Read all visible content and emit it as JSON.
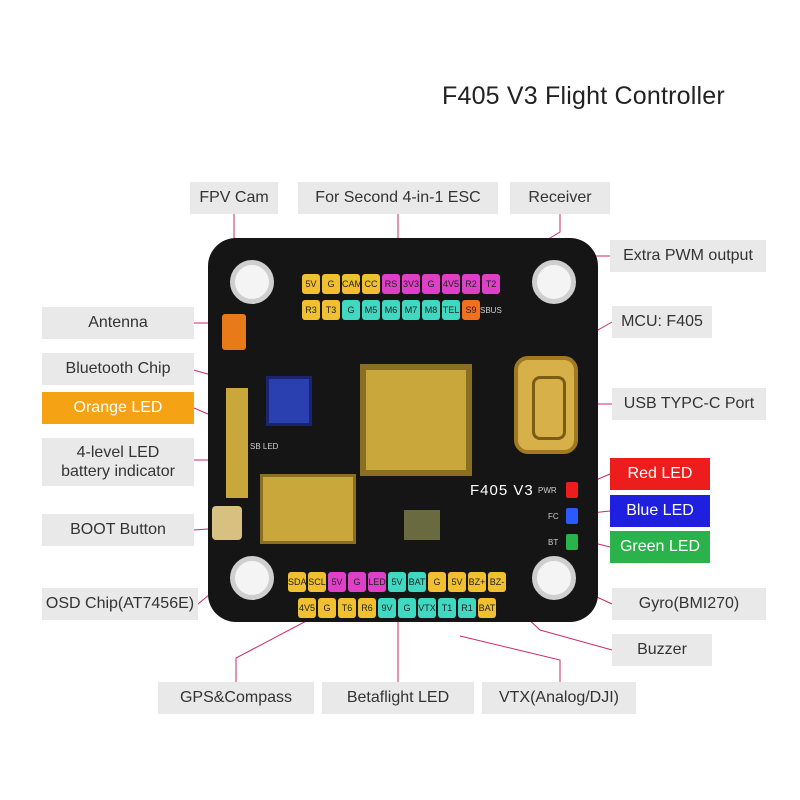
{
  "title": "F405 V3 Flight Controller",
  "callouts": {
    "fpv_cam": "FPV Cam",
    "second_esc": "For Second 4-in-1 ESC",
    "receiver": "Receiver",
    "extra_pwm": "Extra PWM output",
    "antenna": "Antenna",
    "mcu": "MCU: F405",
    "bluetooth": "Bluetooth Chip",
    "usb": "USB TYPC-C Port",
    "orange_led": "Orange LED",
    "battery_indicator_line1": "4-level LED",
    "battery_indicator_line2": "battery indicator",
    "red_led": "Red LED",
    "boot": "BOOT Button",
    "blue_led": "Blue LED",
    "green_led": "Green LED",
    "osd_chip": "OSD Chip(AT7456E)",
    "gyro": "Gyro(BMI270)",
    "buzzer": "Buzzer",
    "gps": "GPS&Compass",
    "betaflight_led": "Betaflight LED",
    "vtx": "VTX(Analog/DJI)"
  },
  "board": {
    "label": "F405 V3",
    "top_row_1": [
      {
        "t": "5V",
        "c": "y"
      },
      {
        "t": "G",
        "c": "y"
      },
      {
        "t": "CAM",
        "c": "y"
      },
      {
        "t": "CC",
        "c": "y"
      },
      {
        "t": "RS",
        "c": "m"
      },
      {
        "t": "3V3",
        "c": "m"
      },
      {
        "t": "G",
        "c": "m"
      },
      {
        "t": "4V5",
        "c": "m"
      },
      {
        "t": "R2",
        "c": "m"
      },
      {
        "t": "T2",
        "c": "m"
      }
    ],
    "top_row_2": [
      {
        "t": "R3",
        "c": "y"
      },
      {
        "t": "T3",
        "c": "y"
      },
      {
        "t": "G",
        "c": "c"
      },
      {
        "t": "M5",
        "c": "c"
      },
      {
        "t": "M6",
        "c": "c"
      },
      {
        "t": "M7",
        "c": "c"
      },
      {
        "t": "M8",
        "c": "c"
      },
      {
        "t": "TEL",
        "c": "c"
      },
      {
        "t": "S9",
        "c": "o"
      }
    ],
    "sbus": "SBUS",
    "bottom_row_1": [
      {
        "t": "SDA",
        "c": "y"
      },
      {
        "t": "SCL",
        "c": "y"
      },
      {
        "t": "5V",
        "c": "m"
      },
      {
        "t": "G",
        "c": "m"
      },
      {
        "t": "LED",
        "c": "m"
      },
      {
        "t": "5V",
        "c": "c"
      },
      {
        "t": "BAT",
        "c": "c"
      },
      {
        "t": "G",
        "c": "y"
      },
      {
        "t": "5V",
        "c": "y"
      },
      {
        "t": "BZ+",
        "c": "y"
      },
      {
        "t": "BZ-",
        "c": "y"
      }
    ],
    "bottom_row_2": [
      {
        "t": "4V5",
        "c": "y"
      },
      {
        "t": "G",
        "c": "y"
      },
      {
        "t": "T6",
        "c": "y"
      },
      {
        "t": "R6",
        "c": "y"
      },
      {
        "t": "9V",
        "c": "c"
      },
      {
        "t": "G",
        "c": "c"
      },
      {
        "t": "VTX",
        "c": "c"
      },
      {
        "t": "T1",
        "c": "c"
      },
      {
        "t": "R1",
        "c": "c"
      },
      {
        "t": "BAT",
        "c": "y"
      }
    ],
    "pwr": "PWR",
    "fc": "FC",
    "bt": "BT",
    "sb_led": "SB LED"
  },
  "colors": {
    "orange": "#f5a214",
    "red": "#ee1d1d",
    "blue": "#1f1fe0",
    "green": "#29b34a",
    "callout_bg": "#e9e9e9",
    "board": "#151515",
    "leader": "#cc2a6a"
  }
}
